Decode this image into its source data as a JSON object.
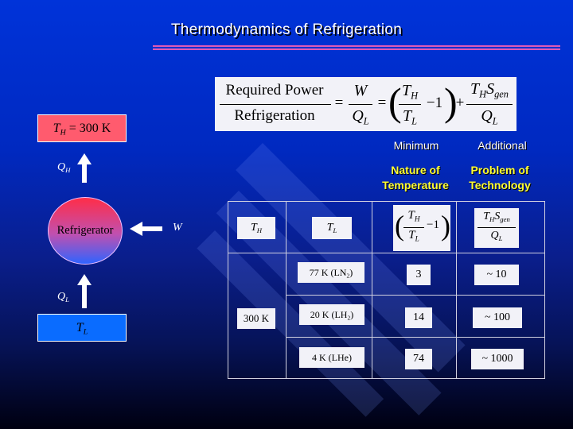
{
  "title": "Thermodynamics of Refrigeration",
  "equation": {
    "lhs_numerator": "Required Power",
    "lhs_denominator": "Refrigeration",
    "w": "W",
    "ql": "Q",
    "ql_sub": "L",
    "th": "T",
    "th_sub": "H",
    "tl": "T",
    "tl_sub": "L",
    "minus_one": "−1",
    "plus": "+",
    "equals": "=",
    "sgen": "S",
    "sgen_sub": "gen"
  },
  "diagram": {
    "hot_reservoir": {
      "symbol": "T",
      "sub": "H",
      "equals_value": "= 300 K"
    },
    "cold_reservoir": {
      "symbol": "T",
      "sub": "L"
    },
    "qh_label": {
      "symbol": "Q",
      "sub": "H"
    },
    "ql_label": {
      "symbol": "Q",
      "sub": "L"
    },
    "refrigerator": "Refrigerator",
    "work_label": "W"
  },
  "column_headers": {
    "minimum": "Minimum",
    "additional": "Additional",
    "nature_line1": "Nature of",
    "nature_line2": "Temperature",
    "problem_line1": "Problem of",
    "problem_line2": "Technology"
  },
  "table": {
    "header_th": {
      "symbol": "T",
      "sub": "H"
    },
    "header_tl": {
      "symbol": "T",
      "sub": "L"
    },
    "th_value": "300 K",
    "rows": [
      {
        "tl": "77 K (LN",
        "tl_sub": "2",
        "tl_close": ")",
        "minimum": "3",
        "additional": "~ 10"
      },
      {
        "tl": "20 K (LH",
        "tl_sub": "2",
        "tl_close": ")",
        "minimum": "14",
        "additional": "~ 100"
      },
      {
        "tl": "4 K (LHe)",
        "tl_sub": "",
        "tl_close": "",
        "minimum": "74",
        "additional": "~ 1000"
      }
    ]
  },
  "colors": {
    "background_top": "#0033d9",
    "background_bottom": "#000010",
    "accent_rule": "#e05ab5",
    "hot": "#ff5b6e",
    "cold": "#0a6cff",
    "highlight_text": "#ffff33"
  }
}
